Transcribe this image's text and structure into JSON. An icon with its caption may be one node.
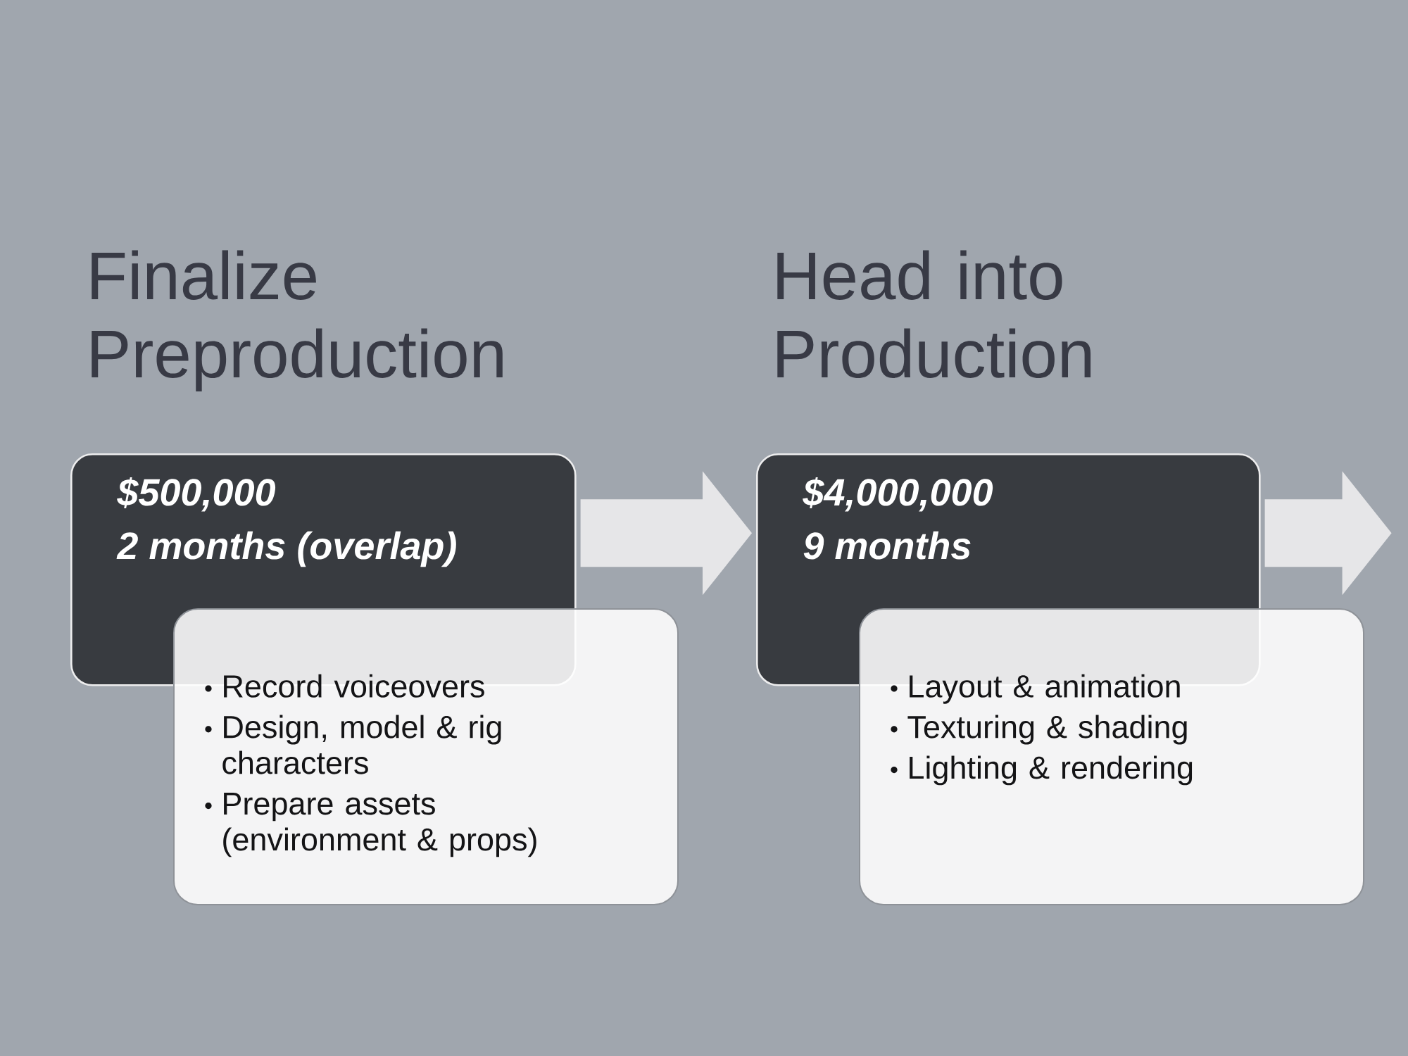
{
  "diagram": {
    "nodes": [
      {
        "text": [
          "Finalize Preproduction",
          "$500,000",
          "2 months (overlap)"
        ]
      },
      {
        "text": [
          "Record voiceovers",
          "Design, model & rig characters",
          "Prepare assets (environment & props)"
        ]
      },
      {
        "text": [
          "Head into Production",
          "$4,000,000",
          "9 months"
        ]
      },
      {
        "text": [
          "Layout & animation",
          "Texturing & shading",
          "Lighting & rendering"
        ]
      }
    ],
    "edges": [
      {
        "from": 0,
        "to": 2,
        "arrow": "to"
      },
      {
        "from": 2,
        "to": null,
        "arrow": "to"
      }
    ]
  }
}
